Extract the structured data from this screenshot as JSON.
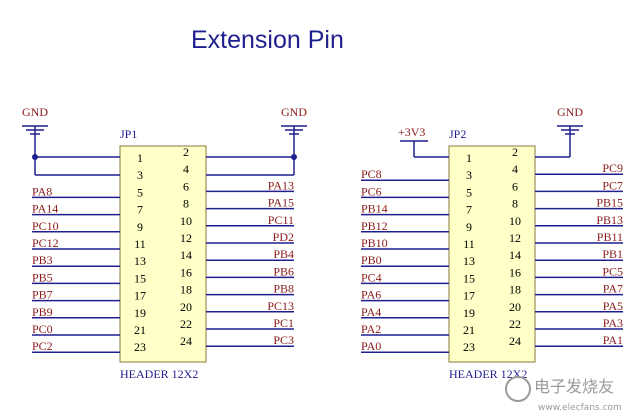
{
  "title": "Extension Pin",
  "headers": [
    {
      "ref": "JP1",
      "footer": "HEADER 12X2",
      "left_nets": [
        "",
        "",
        "PA8",
        "PA14",
        "PC10",
        "PC12",
        "PB3",
        "PB5",
        "PB7",
        "PB9",
        "PC0",
        "PC2"
      ],
      "right_nets": [
        "",
        "",
        "PA13",
        "PA15",
        "PC11",
        "PD2",
        "PB4",
        "PB6",
        "PB8",
        "PC13",
        "PC1",
        "PC3"
      ]
    },
    {
      "ref": "JP2",
      "footer": "HEADER 12X2",
      "left_nets": [
        "PC8",
        "PC6",
        "PB14",
        "PB12",
        "PB10",
        "PB0",
        "PC4",
        "PA6",
        "PA4",
        "PA2",
        "PA0",
        ""
      ],
      "right_nets": [
        "PC9",
        "PC7",
        "PB15",
        "PB13",
        "PB11",
        "PB1",
        "PC5",
        "PA7",
        "PA5",
        "PA3",
        "PA1",
        ""
      ]
    }
  ],
  "pins": {
    "left": [
      "1",
      "3",
      "5",
      "7",
      "9",
      "11",
      "13",
      "15",
      "17",
      "19",
      "21",
      "23"
    ],
    "right": [
      "2",
      "4",
      "6",
      "8",
      "10",
      "12",
      "14",
      "16",
      "18",
      "20",
      "22",
      "24"
    ]
  },
  "power": {
    "gnd": "GND",
    "v33": "+3V3"
  },
  "watermark": {
    "text": "电子发烧友",
    "url": "www.elecfans.com"
  },
  "colors": {
    "title": "#1f1f8f",
    "net": "#8b1a1a",
    "body_fill": "#ffffc8",
    "wire": "#1f1f8f"
  }
}
